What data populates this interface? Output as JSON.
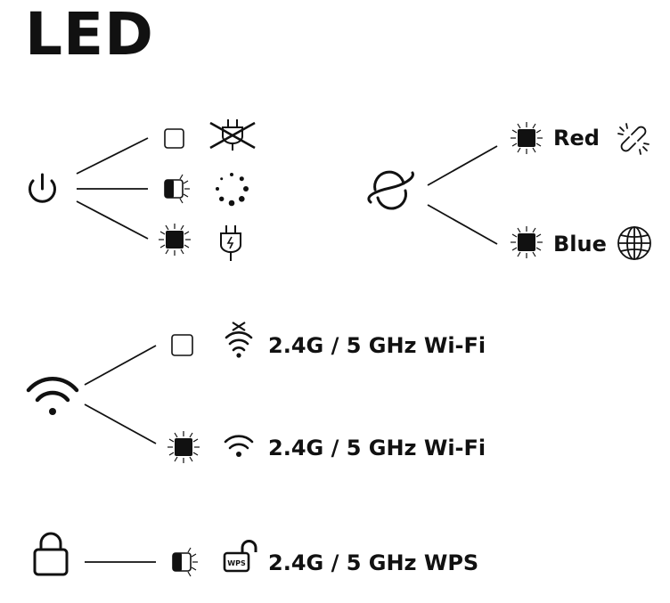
{
  "page": {
    "title": "LED"
  },
  "internet": {
    "states": [
      {
        "led": "solid-blinking",
        "label": "Red",
        "icon": "broken-link-icon"
      },
      {
        "led": "solid-blinking",
        "label": "Blue",
        "icon": "globe-icon"
      }
    ]
  },
  "power": {
    "states": [
      {
        "led": "off",
        "icon": "unplugged-icon"
      },
      {
        "led": "half-blinking",
        "icon": "loading-spinner-icon"
      },
      {
        "led": "solid-blinking",
        "icon": "power-plug-icon"
      }
    ]
  },
  "wifi": {
    "states": [
      {
        "led": "off",
        "icon": "wifi-off-icon",
        "label": "2.4G / 5 GHz Wi-Fi"
      },
      {
        "led": "solid-blinking",
        "icon": "wifi-icon",
        "label": "2.4G / 5 GHz Wi-Fi"
      }
    ]
  },
  "wps": {
    "states": [
      {
        "led": "half-blinking",
        "icon": "wps-unlock-icon",
        "badge": "WPS",
        "label": "2.4G / 5 GHz WPS"
      }
    ]
  },
  "colors": {
    "ink": "#111111",
    "background": "#ffffff"
  }
}
